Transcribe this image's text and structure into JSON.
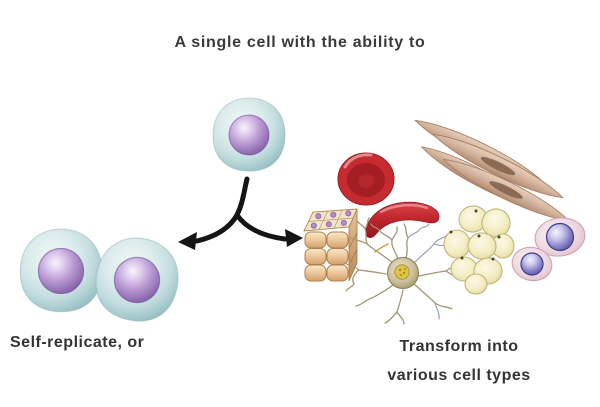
{
  "title": "A single cell with the ability to",
  "labels": {
    "left": "Self-replicate, or",
    "right_line1": "Transform into",
    "right_line2": "various cell types"
  },
  "figures": [
    "stem-cell-icon",
    "branch-arrow-icon",
    "daughter-cell-icon",
    "red-blood-cell-top-icon",
    "red-blood-cell-side-icon",
    "smooth-muscle-cells-icon",
    "epithelial-cells-icon",
    "neuron-icon",
    "fat-cells-icon",
    "leukocyte-cells-icon"
  ],
  "colors": {
    "text": "#3a3a3a",
    "arrow": "#151515",
    "cell_cytoplasm": "#cfe3e4",
    "cell_nucleus": "#9b7cba",
    "red_blood_cell": "#c62b31",
    "muscle_cell": "#cfab95",
    "epithelial_cell": "#ecca9f",
    "epithelial_nucleus": "#b48cc8",
    "fat_cell": "#f1ecc2",
    "neuron_body": "#c4b88f",
    "neuron_nucleus": "#dfc348",
    "leukocyte_membrane": "#ecd5de",
    "leukocyte_nucleus": "#55509e"
  }
}
